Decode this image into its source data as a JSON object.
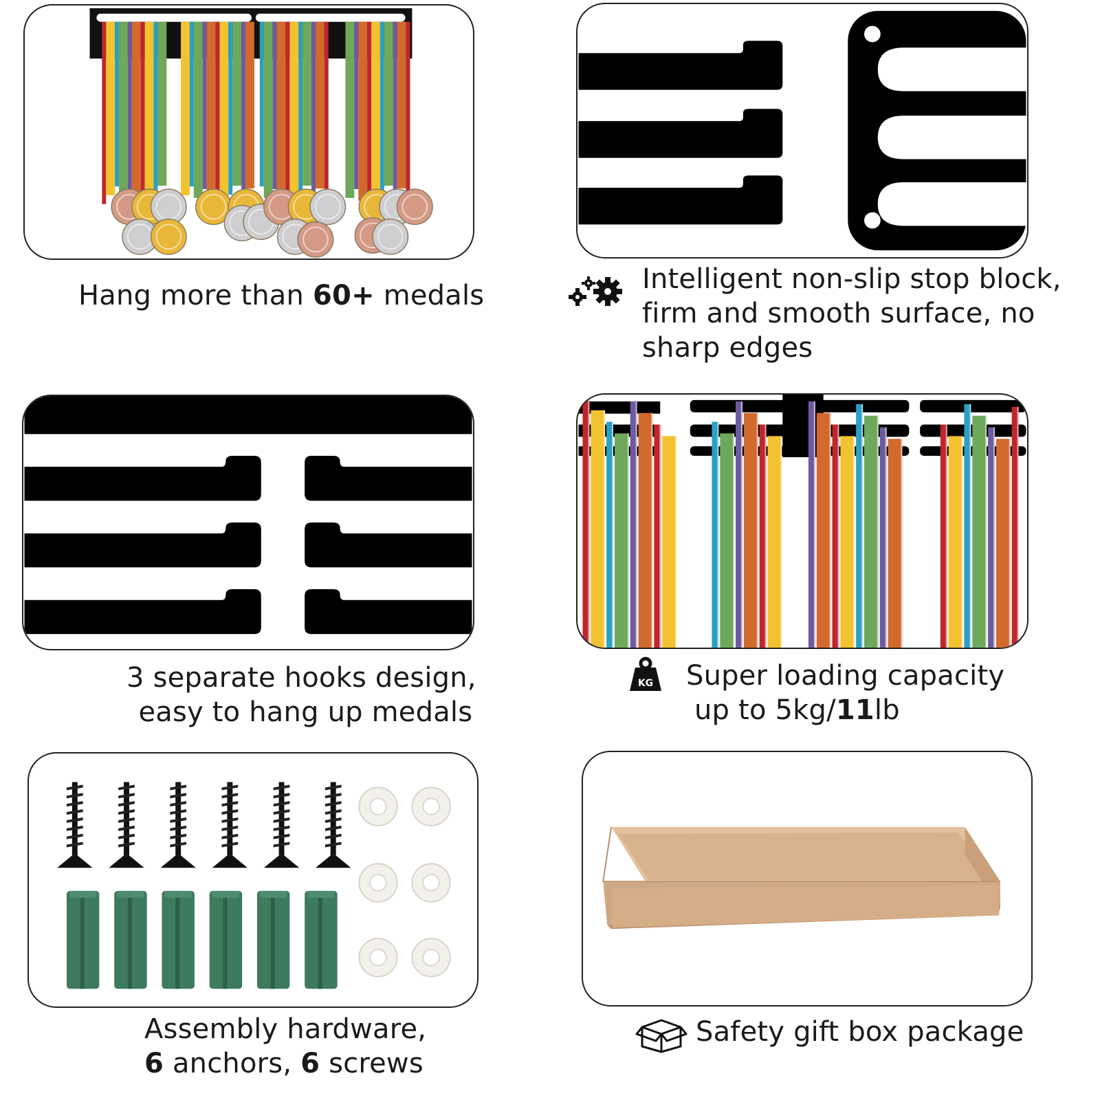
{
  "captions": {
    "medals": {
      "prefix": "Hang more than ",
      "bold": "60+",
      "suffix": " medals"
    },
    "stop_block": {
      "line1": "Intelligent non-slip stop block,",
      "line2": "firm and smooth surface, no",
      "line3": "sharp edges"
    },
    "hooks": {
      "line1": "3 separate hooks design,",
      "line2": "easy to hang up medals"
    },
    "capacity": {
      "line1": "Super loading capacity",
      "line2_prefix": "up to 5kg/",
      "line2_bold": "11",
      "line2_suffix": "lb"
    },
    "hardware": {
      "line1": "Assembly hardware,",
      "line2_num1": "6",
      "line2_mid": " anchors, ",
      "line2_num2": "6",
      "line2_end": " screws"
    },
    "package": {
      "text": "Safety gift box package"
    }
  },
  "icons": {
    "stop_block": "gears-icon",
    "capacity": "weight-kg-icon",
    "package": "box-icon"
  },
  "weight_icon_label": "KG",
  "colors": {
    "ribbon_red": "#c0262d",
    "ribbon_yellow": "#f2c230",
    "ribbon_blue": "#2aa0c4",
    "ribbon_green": "#6ea85a",
    "ribbon_purple": "#6e5aa0",
    "ribbon_orange": "#d2692d",
    "anchor_green": "#3e7a5e",
    "box_cardboard": "#d9b48f",
    "rack_black": "#000000"
  }
}
